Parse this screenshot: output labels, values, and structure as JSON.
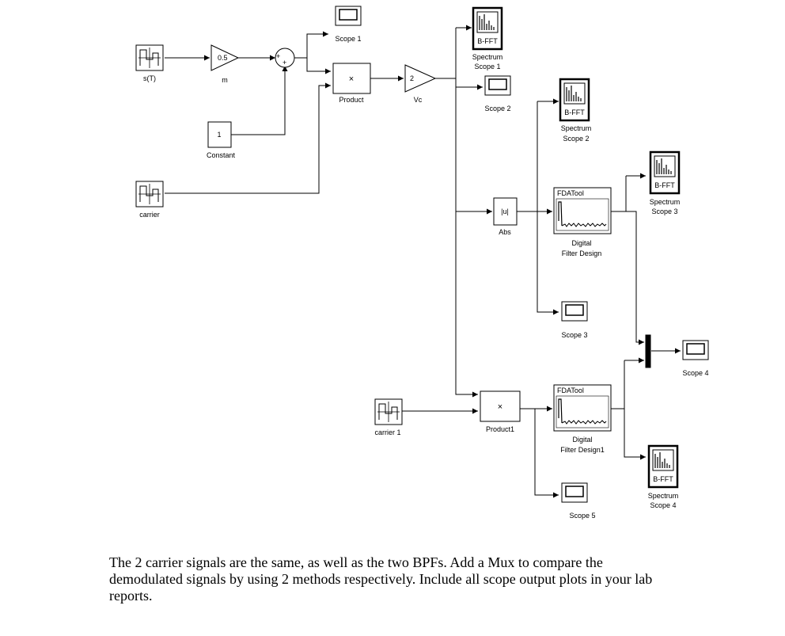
{
  "blocks": {
    "sT": "s(T)",
    "gain_m": "m",
    "gain_m_value": "0.5",
    "constant": "Constant",
    "constant_value": "1",
    "carrier": "carrier",
    "carrier1": "carrier 1",
    "scope1": "Scope 1",
    "scope2": "Scope 2",
    "scope3": "Scope 3",
    "scope4": "Scope 4",
    "scope5": "Scope 5",
    "product": "Product",
    "product1": "Product1",
    "gain_vc": "Vc",
    "gain_vc_value": "2",
    "abs": "Abs",
    "abs_glyph": "|u|",
    "bfft": "B-FFT",
    "spectrum": "Spectrum",
    "spectrum_scope1": "Scope 1",
    "spectrum_scope2": "Scope 2",
    "spectrum_scope3": "Scope 3",
    "spectrum_scope4": "Scope 4",
    "fdatool": "FDATool",
    "digital": "Digital",
    "filter_design": "Filter Design",
    "filter_design1": "Filter Design1",
    "times": "×",
    "plus": "+"
  },
  "caption": "The 2 carrier signals are the same, as well as the two BPFs. Add a Mux to compare the demodulated signals by using 2 methods respectively. Include all scope output plots in your lab reports."
}
